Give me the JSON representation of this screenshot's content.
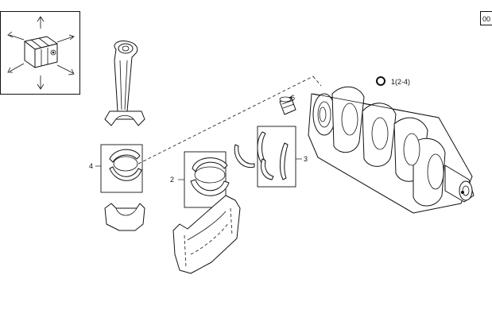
{
  "diagram": {
    "corner_badge": "00",
    "legend_text": "1(2-4)",
    "callouts": {
      "crankshaft_bearing_shells": "2",
      "thrust_washers": "3",
      "conrod_bearing_shells": "4",
      "dowel_pin": "6"
    }
  }
}
